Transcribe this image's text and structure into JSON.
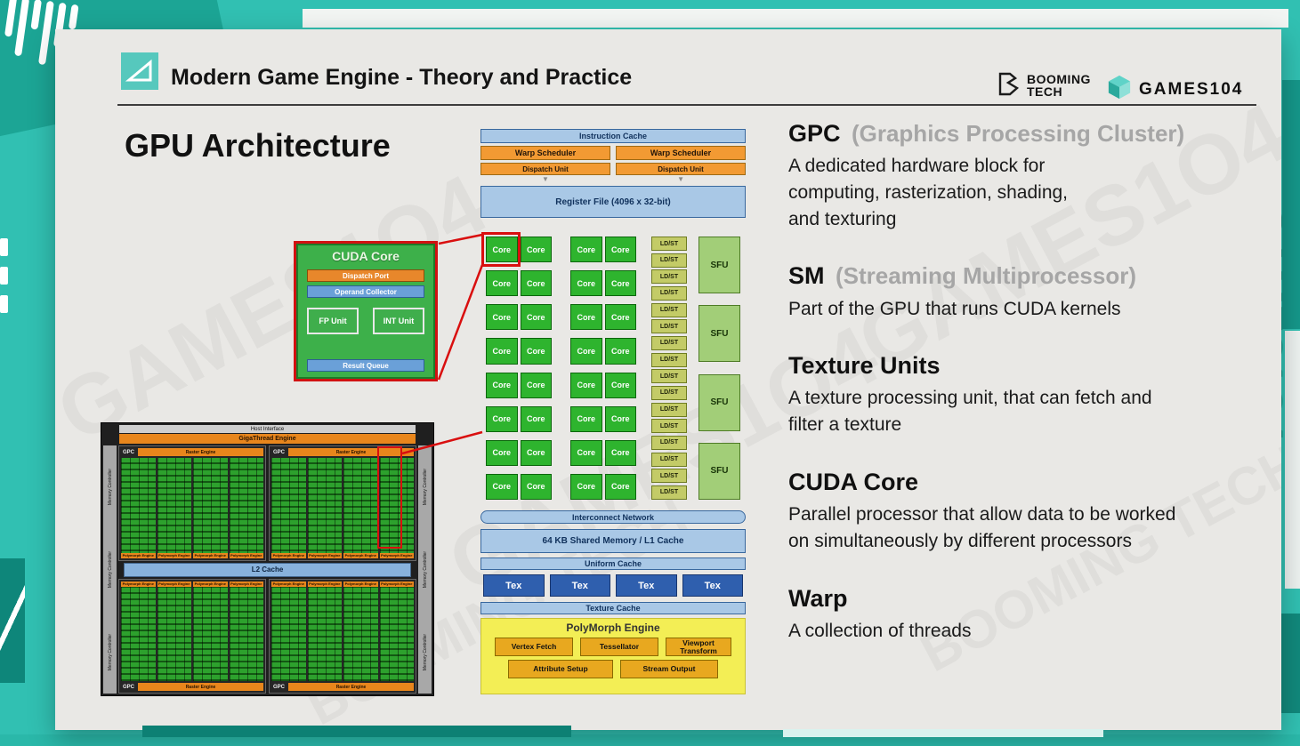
{
  "slide": {
    "title": "Modern Game Engine - Theory and Practice",
    "heading": "GPU Architecture"
  },
  "logos": {
    "booming_line1": "BOOMING",
    "booming_line2": "TECH",
    "games104": "GAMES104"
  },
  "cuda": {
    "title": "CUDA Core",
    "dispatch_port": "Dispatch Port",
    "operand_collector": "Operand Collector",
    "fp_unit": "FP Unit",
    "int_unit": "INT Unit",
    "result_queue": "Result Queue"
  },
  "sm": {
    "instruction_cache": "Instruction Cache",
    "warp_scheduler": "Warp Scheduler",
    "dispatch_unit": "Dispatch Unit",
    "register_file": "Register File (4096 x 32-bit)",
    "core": "Core",
    "ldst": "LD/ST",
    "sfu": "SFU",
    "interconnect": "Interconnect Network",
    "shared_memory": "64 KB Shared Memory / L1 Cache",
    "uniform_cache": "Uniform Cache",
    "tex": "Tex",
    "texture_cache": "Texture Cache",
    "polymorph_title": "PolyMorph Engine",
    "vertex_fetch": "Vertex Fetch",
    "tessellator": "Tessellator",
    "viewport_transform": "Viewport Transform",
    "attribute_setup": "Attribute Setup",
    "stream_output": "Stream Output"
  },
  "die": {
    "host_interface": "Host Interface",
    "gigathread": "GigaThread Engine",
    "gpc": "GPC",
    "raster_engine": "Raster Engine",
    "polymorph_engine": "Polymorph Engine",
    "l2_cache": "L2 Cache",
    "memory_controller": "Memory Controller"
  },
  "definitions": [
    {
      "term": "GPC",
      "sub": "(Graphics Processing Cluster)",
      "desc": "A dedicated hardware block for\ncomputing, rasterization, shading,\nand texturing"
    },
    {
      "term": "SM",
      "sub": "(Streaming Multiprocessor)",
      "desc": "Part of the GPU that runs CUDA kernels"
    },
    {
      "term": "Texture Units",
      "sub": "",
      "desc": "A texture processing unit, that can fetch and\nfilter a texture"
    },
    {
      "term": "CUDA Core",
      "sub": "",
      "desc": "Parallel processor that allow data to be worked\non simultaneously by different processors"
    },
    {
      "term": "Warp",
      "sub": "",
      "desc": "A collection of threads"
    }
  ],
  "watermarks": {
    "games": "GAMES1O4",
    "booming": "BOOMING TECH"
  },
  "colors": {
    "background_teal": "#31c0b2",
    "slide_bg": "#e9e8e5",
    "accent_red": "#d90f0f",
    "core_green": "#2eb42e",
    "bar_blue": "#a9c8e6",
    "bar_orange": "#f29a33",
    "polymorph_yellow": "#f3ee55"
  }
}
